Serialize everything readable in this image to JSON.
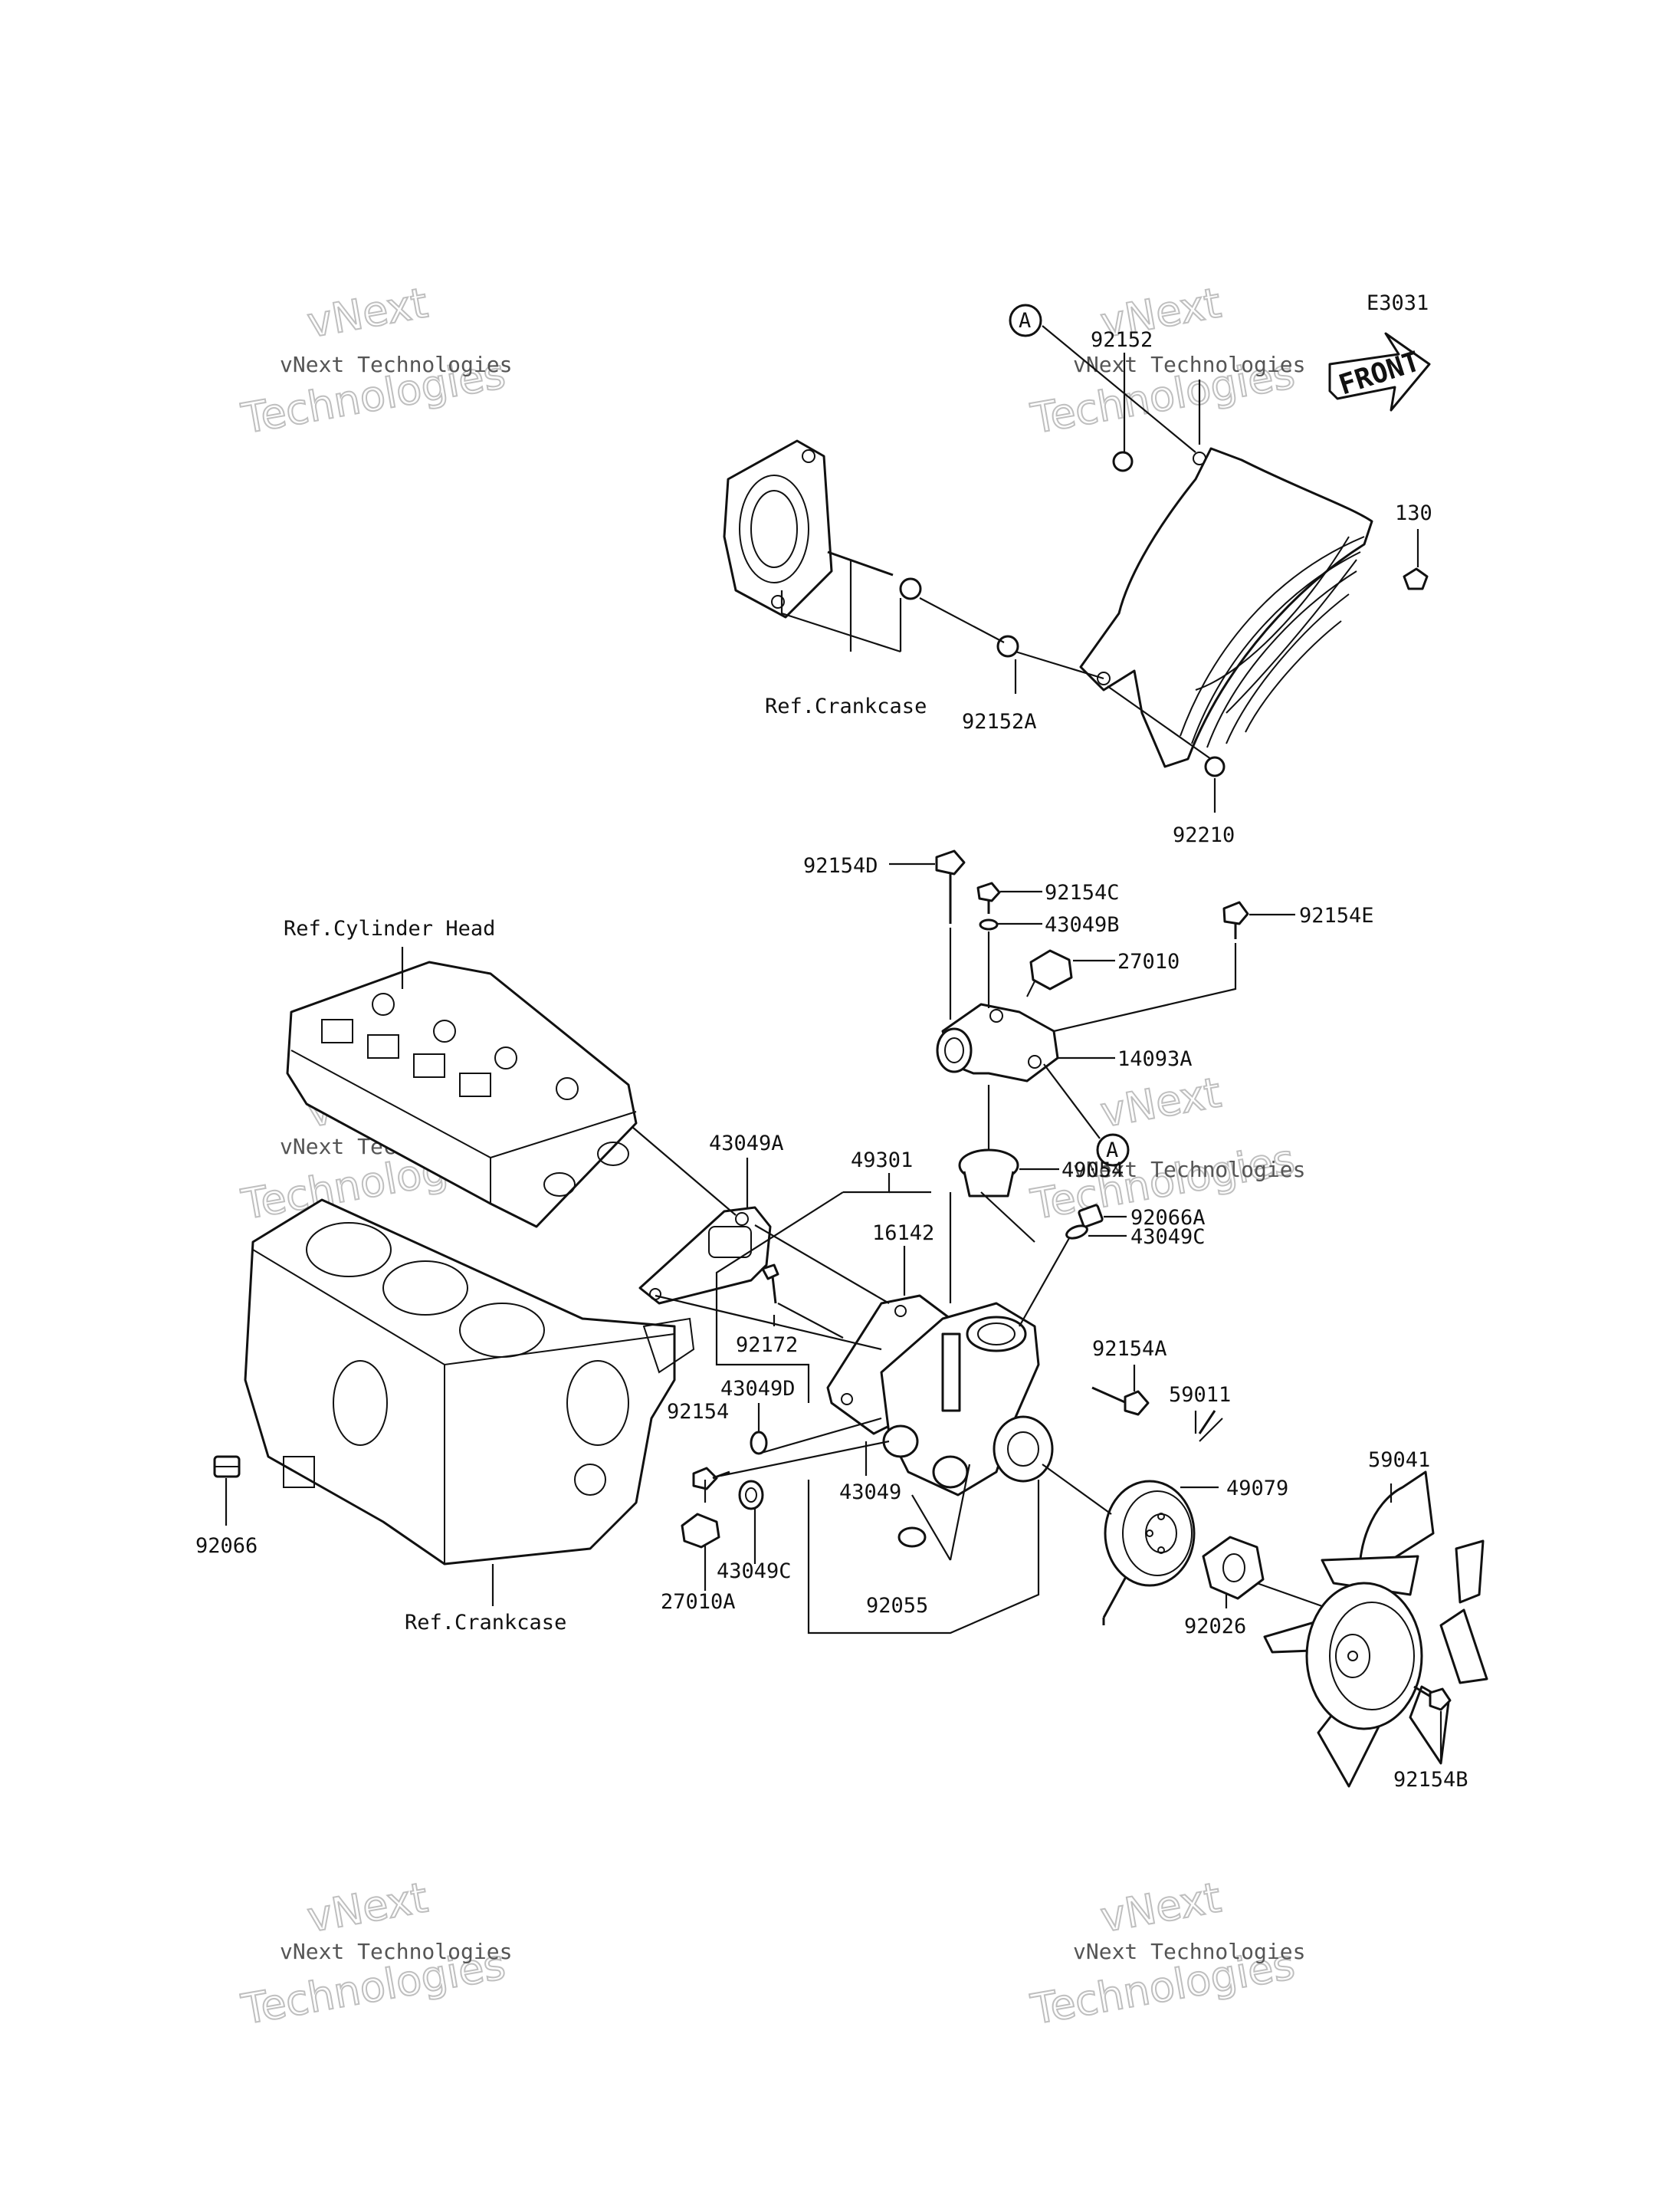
{
  "diagram_code": "E3031",
  "front_label": "FRONT",
  "callout_letter": "A",
  "watermark": {
    "line1": "vNext Technologies",
    "line2": "vNext",
    "line3": "Technologies"
  },
  "reference_labels": {
    "crankcase": "Ref.Crankcase",
    "cylinder_head": "Ref.Cylinder Head"
  },
  "part_numbers": {
    "p92152": "92152",
    "p92152A": "92152A",
    "p92210": "92210",
    "p130": "130",
    "p92154D": "92154D",
    "p92154C": "92154C",
    "p43049B": "43049B",
    "p92154E": "92154E",
    "p27010": "27010",
    "p14093A": "14093A",
    "p43049A": "43049A",
    "p49301": "49301",
    "p49054": "49054",
    "p16142": "16142",
    "p92066A": "92066A",
    "p43049C_top": "43049C",
    "p92172": "92172",
    "p43049D": "43049D",
    "p92154": "92154",
    "p92154A": "92154A",
    "p59011": "59011",
    "p43049": "43049",
    "p49079": "49079",
    "p59041": "59041",
    "p92066": "92066",
    "p27010A": "27010A",
    "p43049C_bottom": "43049C",
    "p92055": "92055",
    "p92026": "92026",
    "p92154B": "92154B"
  }
}
